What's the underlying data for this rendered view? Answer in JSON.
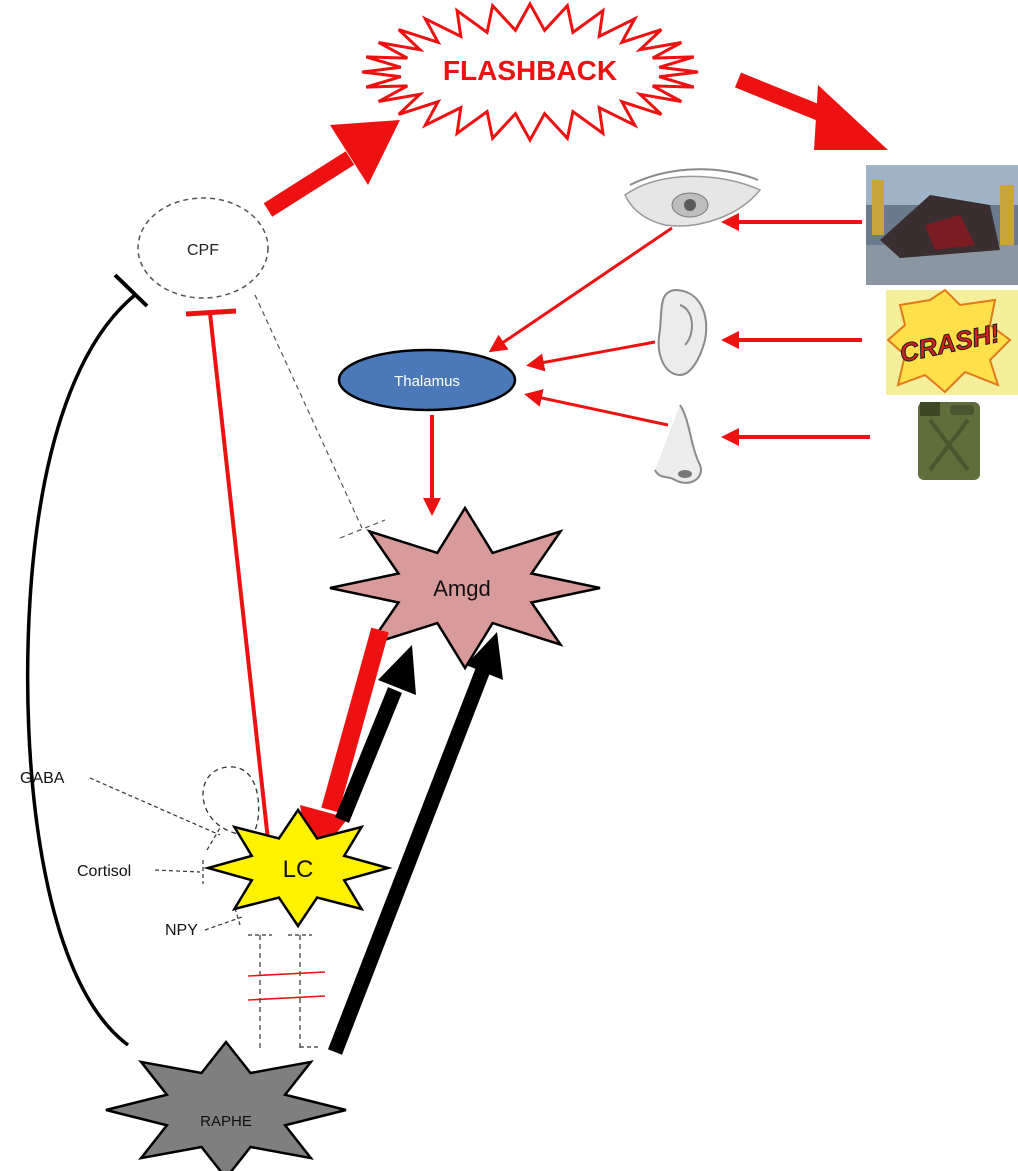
{
  "nodes": {
    "flashback": "FLASHBACK",
    "cpf": "CPF",
    "thalamus": "Thalamus",
    "amgd": "Amgd",
    "lc": "LC",
    "raphe": "RAPHE",
    "gaba": "GABA",
    "cortisol": "Cortisol",
    "npy": "NPY"
  },
  "stimuli": {
    "crash_text": "CRASH!"
  },
  "colors": {
    "red": "#ee1111",
    "black": "#000000",
    "thalamus_fill": "#4a78b8",
    "amgd_fill": "#d99a9a",
    "lc_fill": "#fff200",
    "raphe_fill": "#7f7f7f"
  }
}
